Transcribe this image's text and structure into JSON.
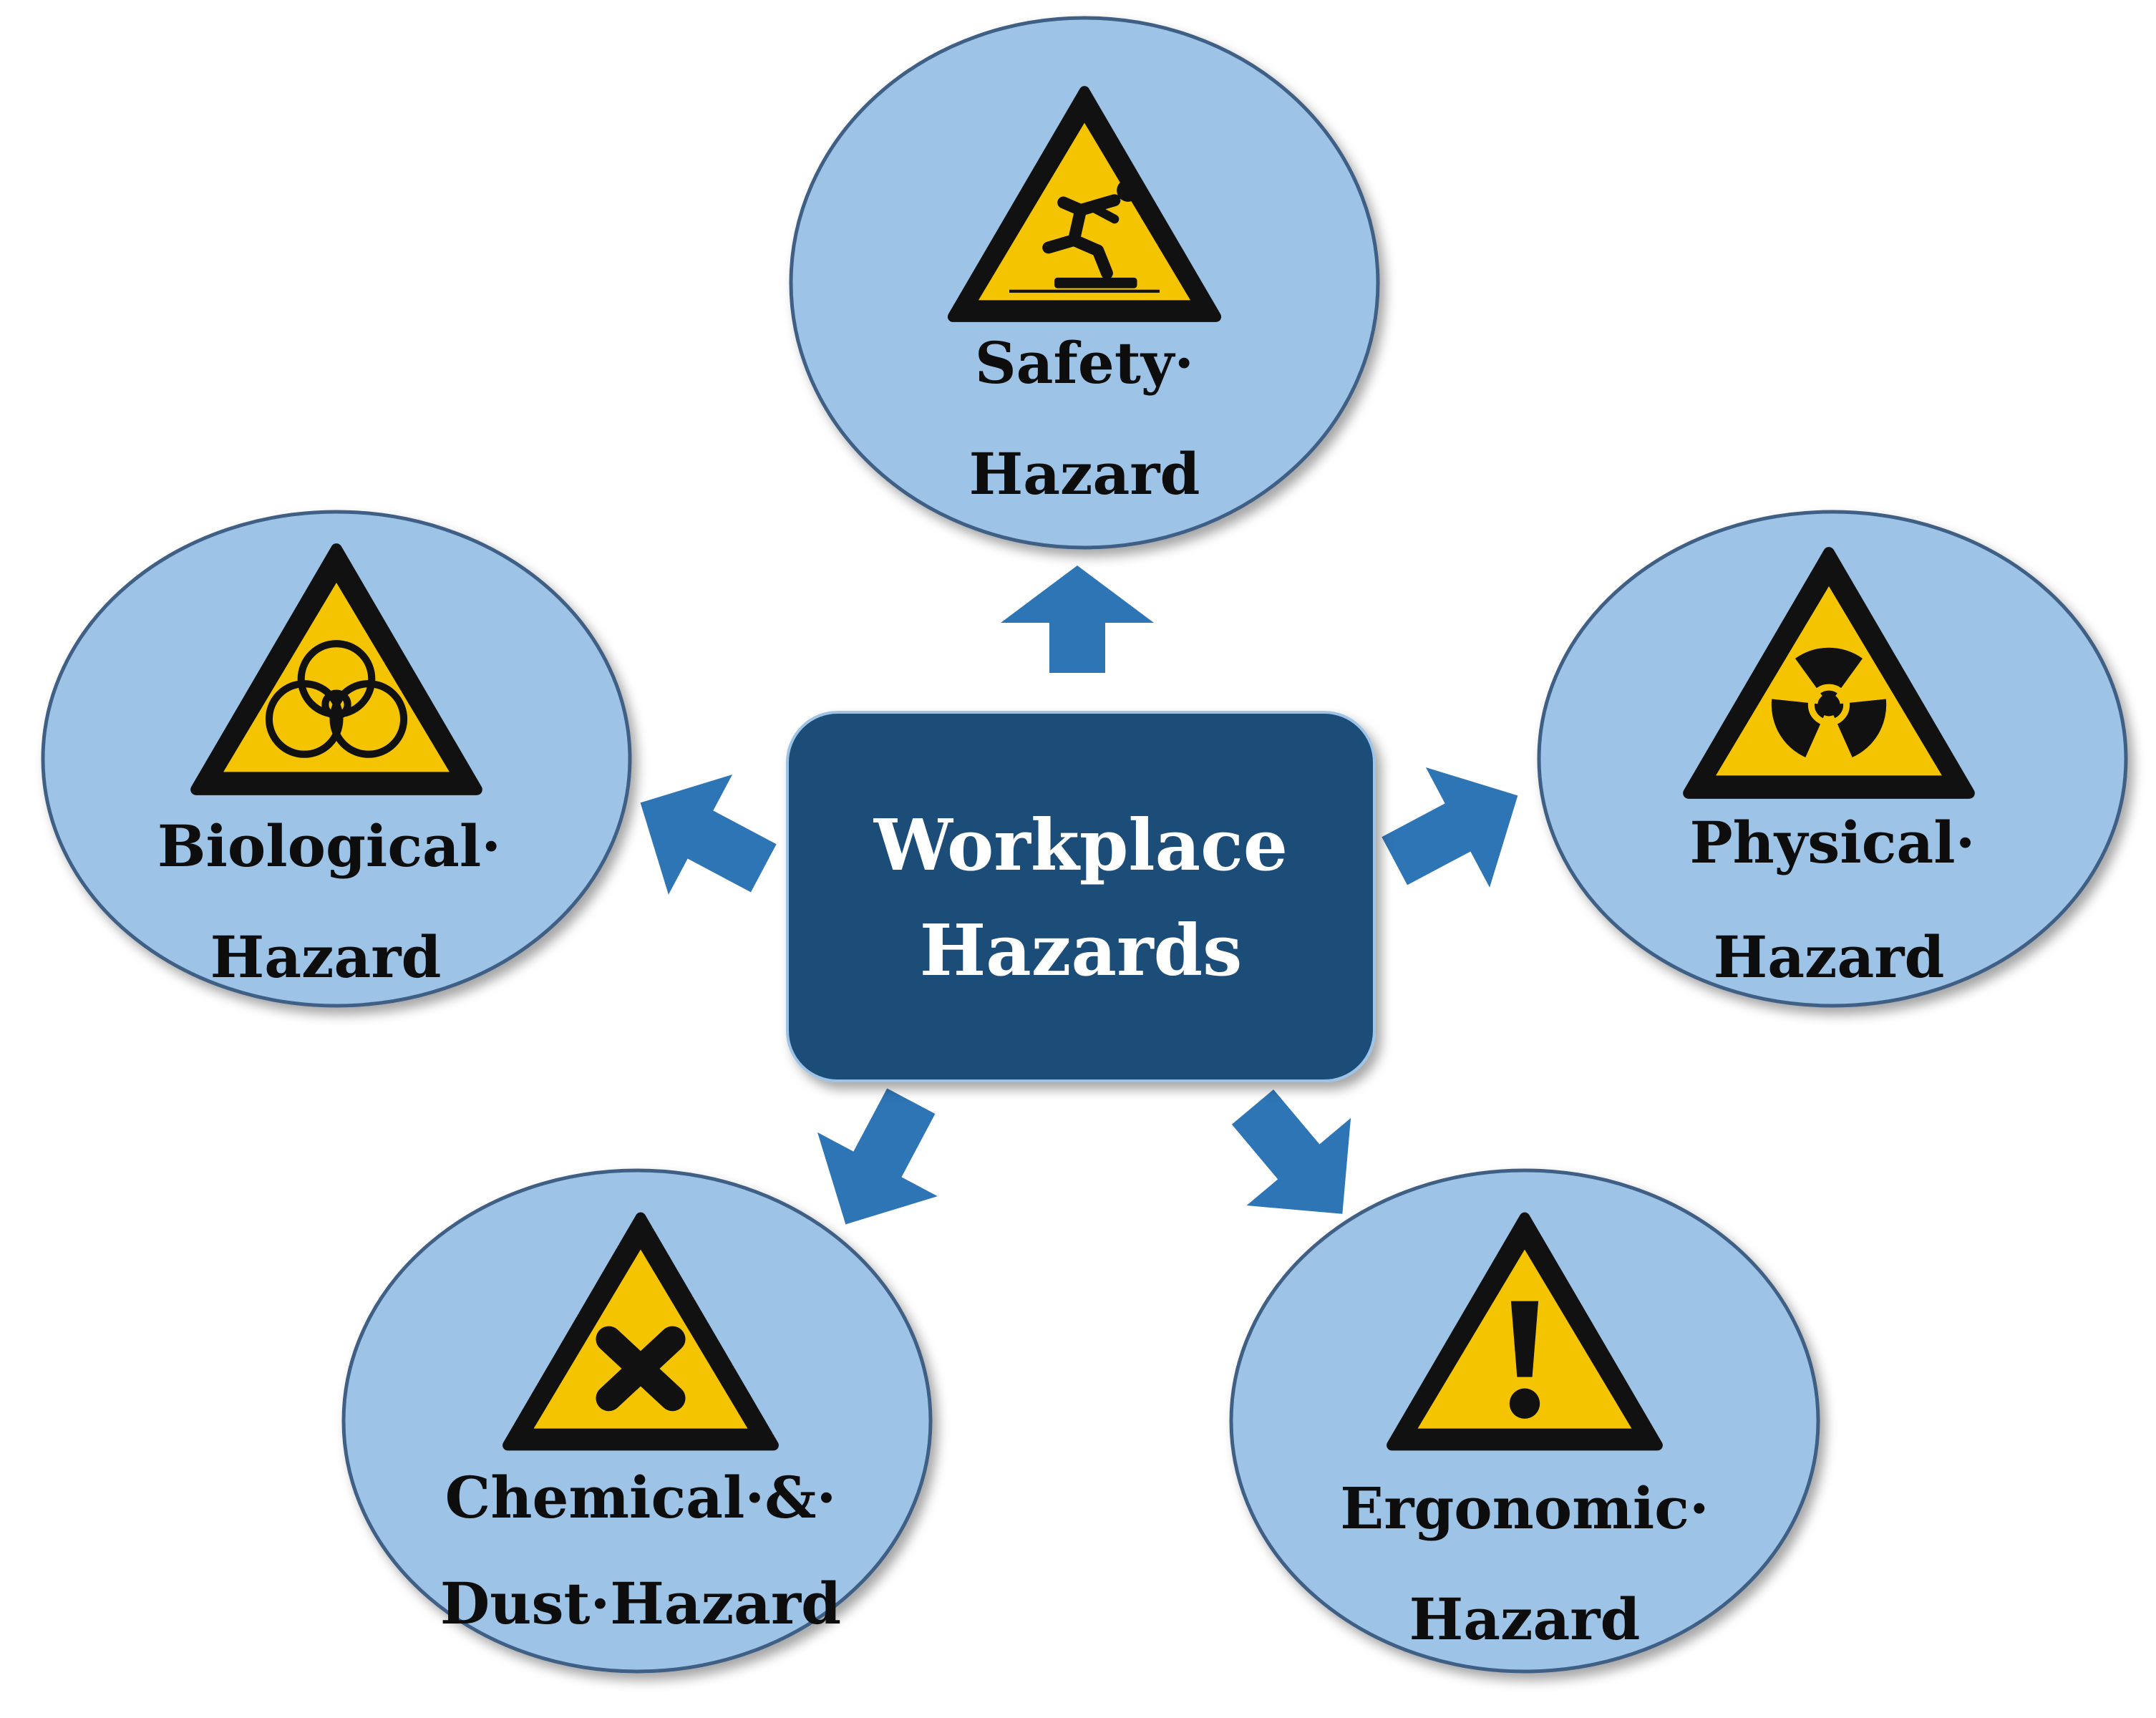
{
  "diagram": {
    "center": {
      "line1": "Workplace",
      "line2": "Hazards"
    },
    "nodes": {
      "safety": {
        "line1": "Safety·",
        "line2": "Hazard",
        "icon": "slip-trip-warning-icon"
      },
      "biological": {
        "line1": "Biological·",
        "line2": "Hazard",
        "icon": "biohazard-warning-icon"
      },
      "physical": {
        "line1": "Physical·",
        "line2": "Hazard",
        "icon": "radiation-warning-icon"
      },
      "chemical": {
        "line1": "Chemical·&·",
        "line2": "Dust·Hazard",
        "icon": "harmful-cross-warning-icon"
      },
      "ergonomic": {
        "line1": "Ergonomic·",
        "line2": "Hazard",
        "icon": "exclamation-warning-icon"
      }
    },
    "colors": {
      "center_fill": "#1f4e79",
      "node_fill": "#9dc3e6",
      "node_stroke": "#3f5f85",
      "arrow_fill": "#2e75b6",
      "sign_yellow": "#f5c400",
      "sign_black": "#111111"
    }
  }
}
